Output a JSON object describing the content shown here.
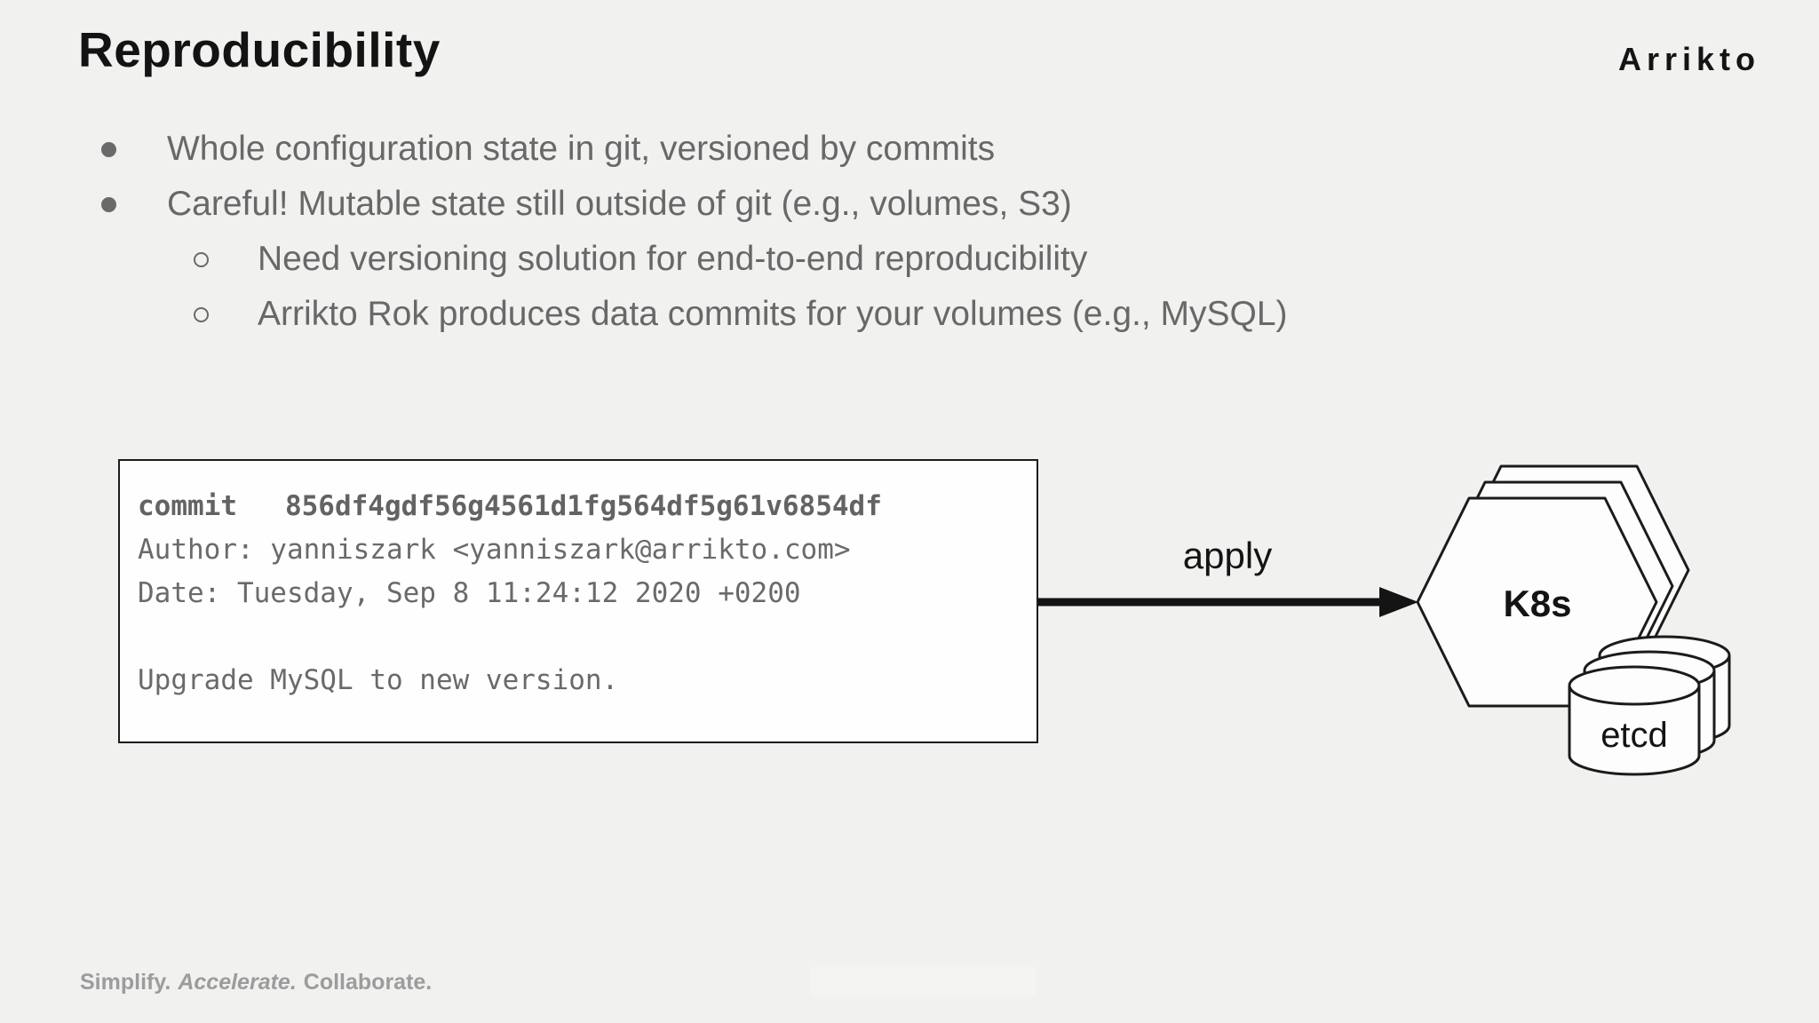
{
  "slide": {
    "title": "Reproducibility",
    "logo_text": "Arrikto",
    "bullets": [
      {
        "level": 1,
        "text": "Whole configuration state in git, versioned by commits"
      },
      {
        "level": 1,
        "text": "Careful! Mutable state still outside of git (e.g., volumes, S3)"
      },
      {
        "level": 2,
        "text": "Need versioning solution for end-to-end reproducibility"
      },
      {
        "level": 2,
        "text": "Arrikto Rok produces data commits for your volumes (e.g., MySQL)"
      }
    ],
    "commit_card": {
      "commit_label": "commit",
      "commit_hash": "856df4gdf56g4561d1fg564df5g61v6854df",
      "author_line": "Author: yanniszark <yanniszark@arrikto.com>",
      "date_line": "Date: Tuesday, Sep 8 11:24:12 2020 +0200",
      "message": "Upgrade MySQL to new version."
    },
    "diagram": {
      "arrow_label": "apply",
      "hexagon_label": "K8s",
      "cylinder_label": "etcd"
    },
    "footer": {
      "part1": "Simplify.",
      "part2": "Accelerate.",
      "part3": "Collaborate."
    },
    "colors": {
      "background": "#f1f1f0",
      "text_primary": "#141414",
      "bullet_text": "#686868",
      "mono_text": "#6a6a6a",
      "card_background": "#fefefe",
      "card_border": "#1c1c1c",
      "shape_stroke": "#1b1b1b",
      "footer_text": "#9c9c9c"
    }
  }
}
